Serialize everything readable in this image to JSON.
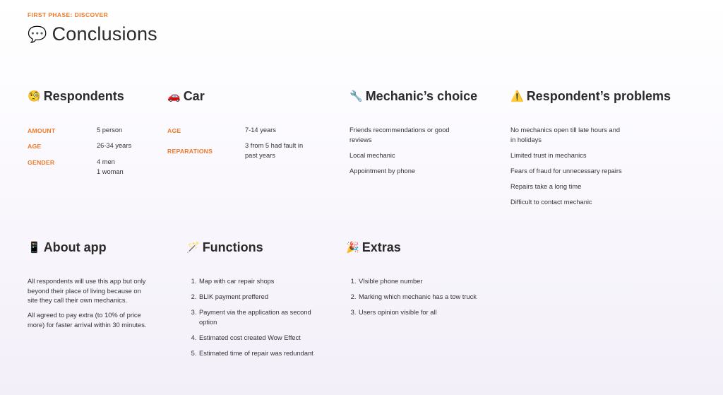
{
  "header": {
    "eyebrow": "FIRST PHASE: DISCOVER",
    "title_icon": "💬",
    "title_icon_name": "speech-bubble-icon",
    "title": "Conclusions"
  },
  "colors": {
    "accent": "#f07a2a",
    "heading": "#2b2b2b",
    "text": "#333333"
  },
  "respondents": {
    "icon": "🧐",
    "icon_name": "face-with-monocle-icon",
    "title": "Respondents",
    "rows": [
      {
        "label": "AMOUNT",
        "value": "5 person"
      },
      {
        "label": "AGE",
        "value": "26-34 years"
      },
      {
        "label": "GENDER",
        "value": "4 men\n1 woman"
      }
    ]
  },
  "car": {
    "icon": "🚗",
    "icon_name": "car-icon",
    "title": "Car",
    "rows": [
      {
        "label": "AGE",
        "value": "7-14 years"
      },
      {
        "label": "REPARATIONS",
        "value": "3 from 5 had fault in past years"
      }
    ]
  },
  "mechanic_choice": {
    "icon": "🔧",
    "icon_name": "wrench-icon",
    "title": "Mechanic’s choice",
    "items": [
      "Friends recommendations or good reviews",
      "Local mechanic",
      "Appointment by phone"
    ]
  },
  "problems": {
    "icon": "⚠️",
    "icon_name": "warning-icon",
    "title": "Respondent’s problems",
    "items": [
      "No mechanics open till late hours and in holidays",
      "Limited trust in mechanics",
      "Fears of fraud for unnecessary repairs",
      "Repairs take a long time",
      "Difficult to contact mechanic"
    ]
  },
  "about_app": {
    "icon": "📱",
    "icon_name": "mobile-phone-icon",
    "title": "About app",
    "paragraphs": [
      "All respondents will use this app but only beyond their place of living because on site they call their own mechanics.",
      "All agreed to pay extra (to 10% of price more) for faster arrival within 30 minutes."
    ]
  },
  "functions": {
    "icon": "🪄",
    "icon_name": "magic-wand-icon",
    "title": "Functions",
    "items": [
      "Map with car repair shops",
      "BLIK payment preffered",
      "Payment via the application as second option",
      "Estimated cost created Wow Effect",
      "Estimated time of repair was redundant"
    ]
  },
  "extras": {
    "icon": "🎉",
    "icon_name": "party-popper-icon",
    "title": "Extras",
    "items": [
      "VIsible phone number",
      "Marking which mechanic has a tow truck",
      "Users opinion visible for all"
    ]
  }
}
